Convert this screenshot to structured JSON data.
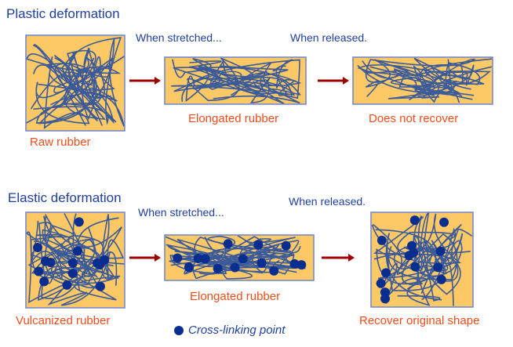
{
  "plastic": {
    "title": "Plastic deformation",
    "stretched": "When stretched...",
    "released": "When released.",
    "raw_label": "Raw rubber",
    "elongated_label": "Elongated rubber",
    "result_label": "Does not recover"
  },
  "elastic": {
    "title": "Elastic deformation",
    "stretched": "When stretched...",
    "released": "When released.",
    "vulcanized_label": "Vulcanized rubber",
    "elongated_label": "Elongated rubber",
    "result_label": "Recover original shape"
  },
  "legend": {
    "label": "Cross-linking point"
  },
  "colors": {
    "rubber": "#fdc966",
    "chain": "#3a5a9a",
    "crosslink": "#0a2e8f",
    "arrow": "#a00000",
    "border": "#6e84c8"
  }
}
